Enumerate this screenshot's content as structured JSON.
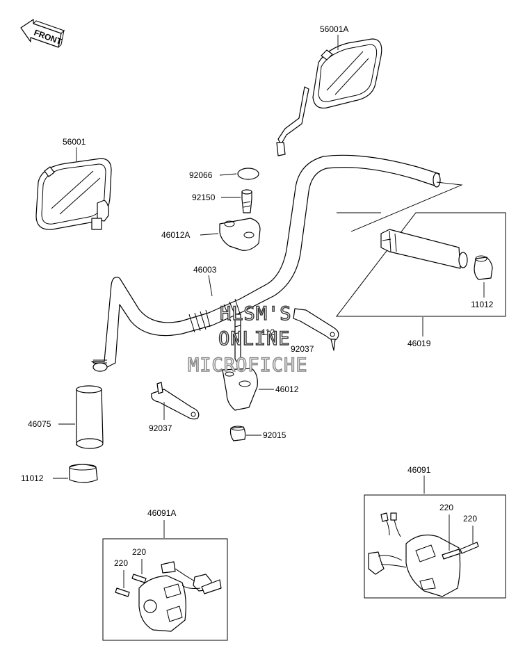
{
  "diagram": {
    "front_arrow_text": "FRONT",
    "labels": {
      "mirror_right": "56001A",
      "mirror_left": "56001",
      "cap_92066": "92066",
      "stud_92150": "92150",
      "clamp_upper": "46012A",
      "handlebar": "46003",
      "bolt_112": "112",
      "bracket_right": "92037",
      "grip_assembly": "46019",
      "end_cap_right": "11012",
      "clamp_lower": "46012",
      "grip_left": "46075",
      "bracket_left": "92037",
      "nut_92015": "92015",
      "end_cap_left": "11012",
      "switch_right": "46091",
      "switch_left": "46091A",
      "screw_right_1": "220",
      "screw_right_2": "220",
      "screw_left_1": "220",
      "screw_left_2": "220"
    },
    "watermark": {
      "line1": "HLSM'S",
      "line2": "ONLINE",
      "line3": "MICROFICHE"
    }
  }
}
